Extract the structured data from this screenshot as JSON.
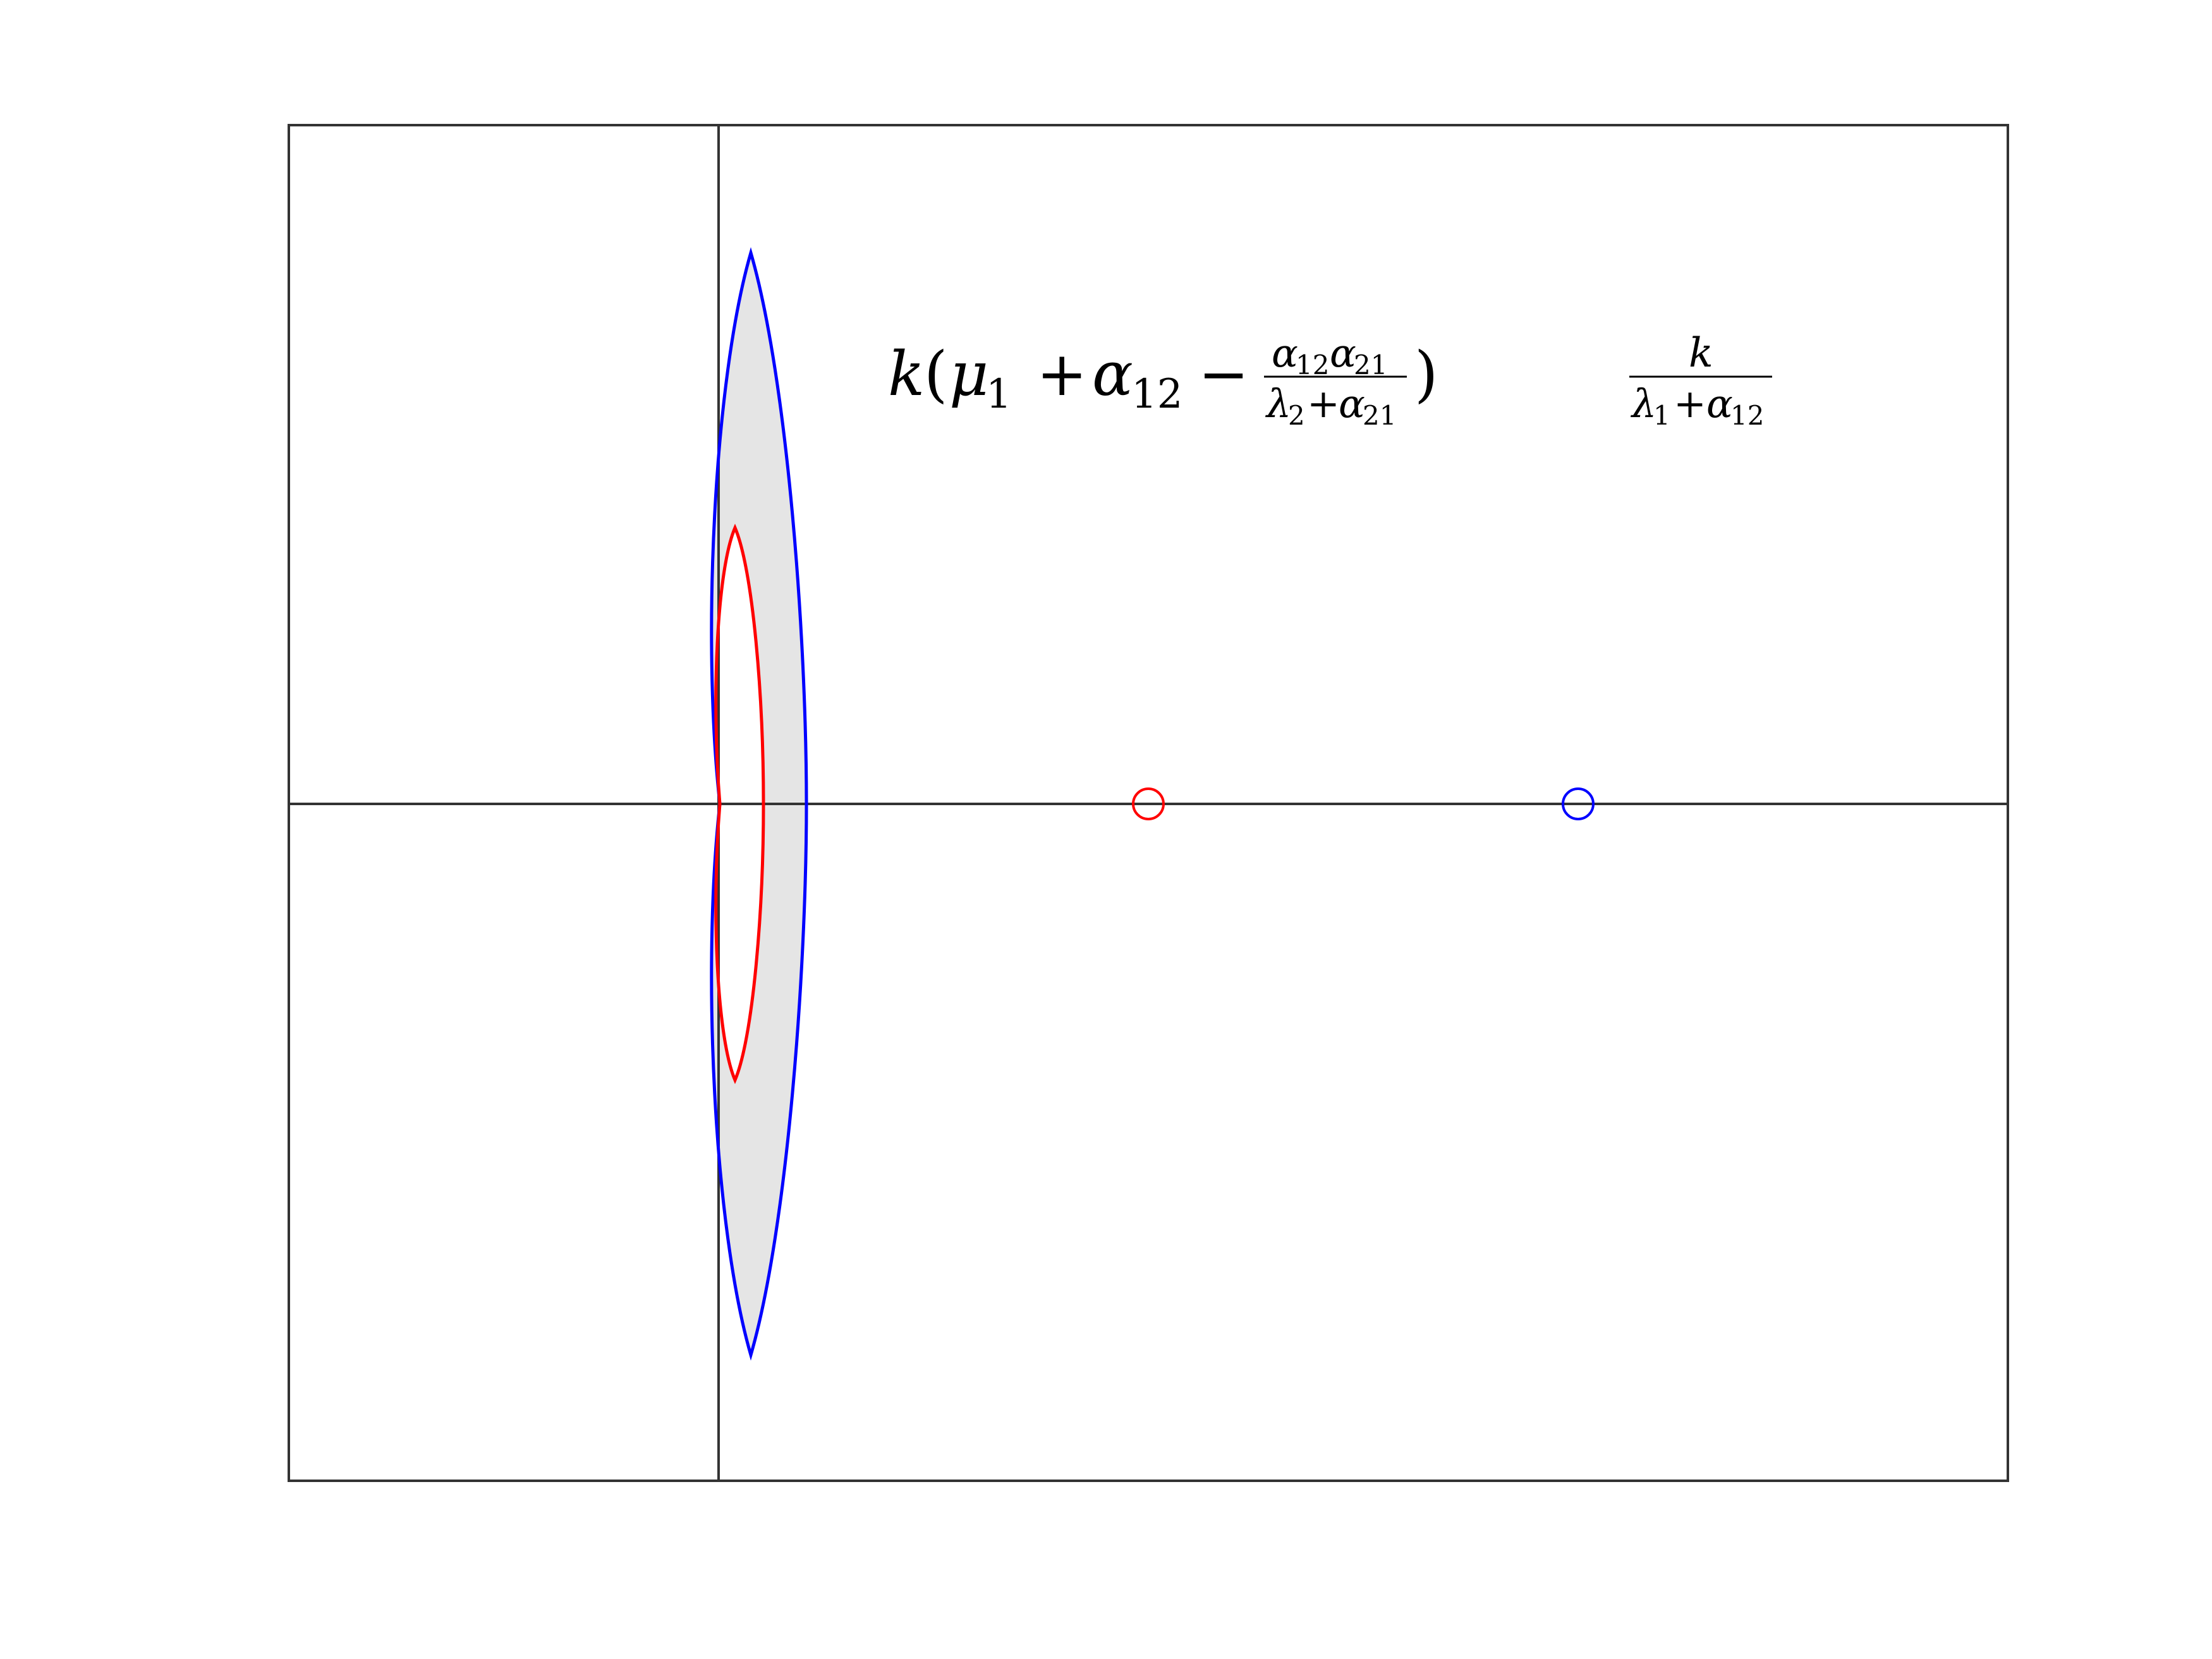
{
  "colors": {
    "frame": "#333333",
    "fill": "#e5e5e5",
    "outer_curve": "#0000ff",
    "inner_curve": "#ff0000",
    "red_marker": "#ff0000",
    "blue_marker": "#0000ff"
  },
  "labels": {
    "red_expr": {
      "k": "k",
      "open": "(",
      "mu": "μ",
      "mu_sub": "1",
      "plus": "+",
      "alpha": "α",
      "alpha_sub": "12",
      "minus": "−",
      "frac_num": "α",
      "frac_num_sub1": "12",
      "frac_num_alpha2": "α",
      "frac_num_sub2": "21",
      "frac_den_lambda": "λ",
      "frac_den_sub": "2",
      "frac_den_plus": "+",
      "frac_den_alpha": "α",
      "frac_den_alpha_sub": "21",
      "close": ")"
    },
    "blue_expr": {
      "num": "k",
      "den_lambda": "λ",
      "den_sub": "1",
      "den_plus": "+",
      "den_alpha": "α",
      "den_alpha_sub": "12"
    }
  },
  "markers": [
    {
      "name": "red-marker",
      "color": "red"
    },
    {
      "name": "blue-marker",
      "color": "blue"
    }
  ],
  "axes": {
    "horizontal": true,
    "vertical": true,
    "tick_labels": false
  }
}
